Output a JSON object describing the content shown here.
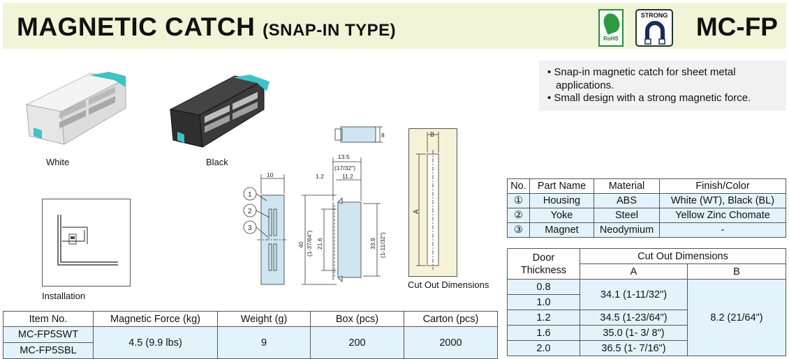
{
  "header": {
    "title": "MAGNETIC CATCH",
    "subtitle": "(SNAP-IN TYPE)",
    "model": "MC-FP",
    "rohs_text": "RoHS",
    "strong_text": "STRONG"
  },
  "images": {
    "white_label": "White",
    "black_label": "Black",
    "installation_label": "Installation",
    "cutout_label": "Cut Out Dimensions"
  },
  "drawing": {
    "dim_10": "10",
    "dim_13_5": "13.5",
    "dim_13_5_frac": "(17/32\")",
    "dim_1_2": "1.2",
    "dim_11_2": "11.2",
    "dim_8": "8",
    "dim_40": "40",
    "dim_40_frac": "(1-37/64\")",
    "dim_21_6": "21.6",
    "dim_33_9": "33.9",
    "dim_33_9_frac": "(1-11/32\")",
    "dim_b": "B",
    "dim_a": "A",
    "callout_1": "1",
    "callout_2": "2",
    "callout_3": "3"
  },
  "features": [
    "Snap-in magnetic catch for sheet metal applications.",
    "Small design with a strong magnetic force."
  ],
  "parts_table": {
    "headers": [
      "No.",
      "Part Name",
      "Material",
      "Finish/Color"
    ],
    "rows": [
      [
        "①",
        "Housing",
        "ABS",
        "White (WT), Black (BL)"
      ],
      [
        "②",
        "Yoke",
        "Steel",
        "Yellow Zinc Chomate"
      ],
      [
        "③",
        "Magnet",
        "Neodymium",
        "-"
      ]
    ]
  },
  "cutout_table": {
    "door_header": "Door Thickness",
    "group_header": "Cut Out Dimensions",
    "col_a": "A",
    "col_b": "B",
    "rows": [
      "0.8",
      "1.0",
      "1.2",
      "1.6",
      "2.0"
    ],
    "a_values": [
      "34.1 (1-11/32\")",
      "34.5 (1-23/64\")",
      "35.0 (1-  3/  8\")",
      "36.5 (1-  7/16\")"
    ],
    "b_value": "8.2 (21/64\")"
  },
  "items_table": {
    "headers": [
      "Item No.",
      "Magnetic Force (kg)",
      "Weight (g)",
      "Box (pcs)",
      "Carton (pcs)"
    ],
    "items": [
      "MC-FP5SWT",
      "MC-FP5SBL"
    ],
    "force": "4.5 (9.9 lbs)",
    "weight": "9",
    "box": "200",
    "carton": "2000"
  }
}
